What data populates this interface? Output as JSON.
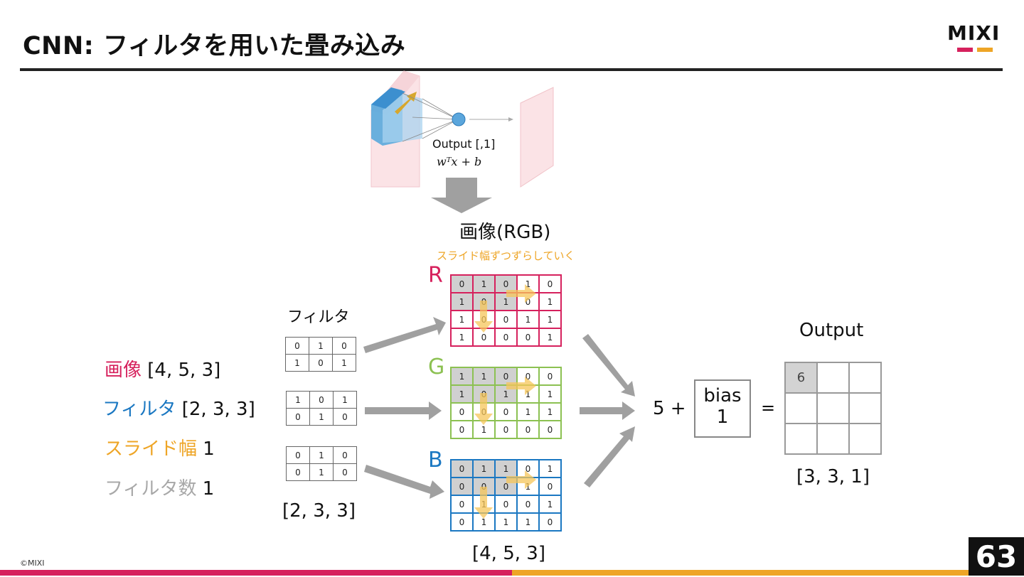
{
  "header": {
    "title": "CNN: フィルタを用いた畳み込み",
    "logo_text": "MIXI"
  },
  "colors": {
    "red": "#d6215d",
    "blue": "#1b78c2",
    "orange": "#eea526",
    "gray": "#a8a8a8",
    "green": "#8cc152",
    "arrow_gray": "#a0a0a0"
  },
  "top_diagram": {
    "output_label": "Output [,1]",
    "formula": "wᵀx + b"
  },
  "image_label": "画像(RGB)",
  "slide_note": "スライド幅ずつずらしていく",
  "filter_label": "フィルタ",
  "filter_shape": "[2, 3, 3]",
  "image_shape": "[4, 5, 3]",
  "output_label": "Output",
  "output_shape": "[3, 3, 1]",
  "legend": [
    {
      "key": "画像",
      "value": " [4, 5, 3]"
    },
    {
      "key": "フィルタ",
      "value": " [2, 3, 3]"
    },
    {
      "key": "スライド幅",
      "value": " 1"
    },
    {
      "key": "フィルタ数",
      "value": " 1"
    }
  ],
  "filters": [
    [
      [
        "0",
        "1",
        "0"
      ],
      [
        "1",
        "0",
        "1"
      ]
    ],
    [
      [
        "1",
        "0",
        "1"
      ],
      [
        "0",
        "1",
        "0"
      ]
    ],
    [
      [
        "0",
        "1",
        "0"
      ],
      [
        "0",
        "1",
        "0"
      ]
    ]
  ],
  "channels": [
    {
      "name": "R",
      "rows": [
        [
          "0",
          "1",
          "0",
          "1",
          "0"
        ],
        [
          "1",
          "0",
          "1",
          "0",
          "1"
        ],
        [
          "1",
          "0",
          "0",
          "1",
          "1"
        ],
        [
          "1",
          "0",
          "0",
          "0",
          "1"
        ]
      ]
    },
    {
      "name": "G",
      "rows": [
        [
          "1",
          "1",
          "0",
          "0",
          "0"
        ],
        [
          "1",
          "0",
          "1",
          "1",
          "1"
        ],
        [
          "0",
          "0",
          "0",
          "1",
          "1"
        ],
        [
          "0",
          "1",
          "0",
          "0",
          "0"
        ]
      ]
    },
    {
      "name": "B",
      "rows": [
        [
          "0",
          "1",
          "1",
          "0",
          "1"
        ],
        [
          "0",
          "0",
          "0",
          "1",
          "0"
        ],
        [
          "0",
          "1",
          "0",
          "0",
          "1"
        ],
        [
          "0",
          "1",
          "1",
          "1",
          "0"
        ]
      ]
    }
  ],
  "equation": {
    "sum": "5 +",
    "bias_label": "bias",
    "bias_value": "1",
    "equals": "="
  },
  "output_grid": [
    [
      "6",
      "",
      ""
    ],
    [
      "",
      "",
      ""
    ],
    [
      "",
      "",
      ""
    ]
  ],
  "footer": {
    "copyright": "©MIXI",
    "page_number": "63"
  }
}
